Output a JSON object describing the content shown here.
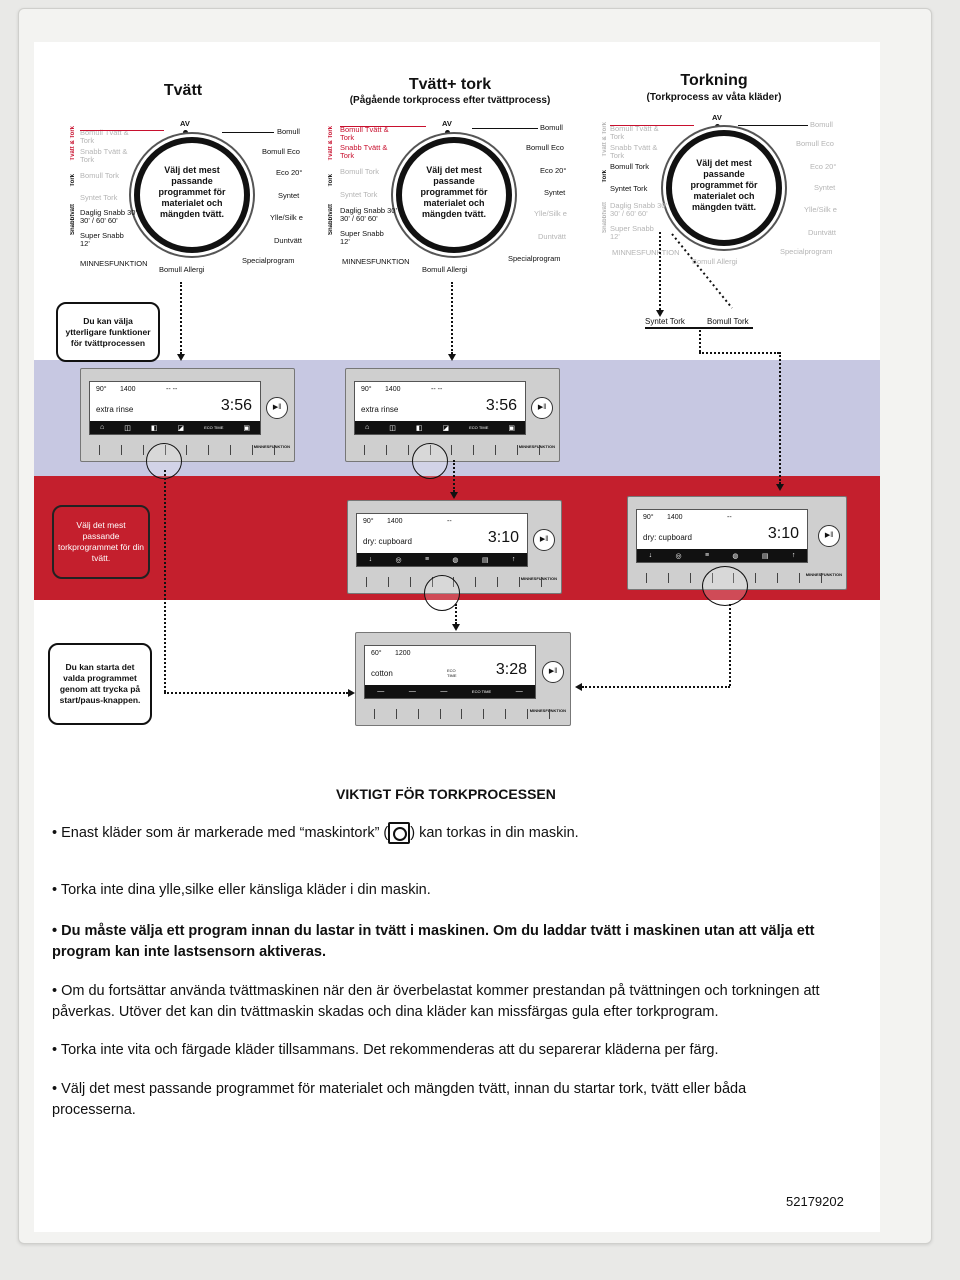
{
  "columns": [
    {
      "title": "Tvätt",
      "subtitle": ""
    },
    {
      "title": "Tvätt+ tork",
      "subtitle": "(Pågående torkprocess efter tvättprocess)"
    },
    {
      "title": "Torkning",
      "subtitle": "(Torkprocess av våta kläder)"
    }
  ],
  "dial": {
    "center_text": "Välj det mest passande programmet för materialet och mängden tvätt.",
    "av": "AV",
    "right_labels": [
      "Bomull",
      "Bomull Eco",
      "Eco 20°",
      "Syntet",
      "Ylle/Silk e",
      "Duntvätt",
      "Specialprogram"
    ],
    "left_labels": [
      "Bomull Tvätt & Tork",
      "Snabb Tvätt & Tork",
      "Bomull Tork",
      "Syntet Tork",
      "Daglig Snabb 30' 30' / 60' 60'",
      "Super Snabb 12'",
      "MINNESFUNKTION"
    ],
    "bottom_label": "Bomull Allergi",
    "tab_labels": [
      "Tvätt & Tork",
      "Tork",
      "Snabbtvätt"
    ]
  },
  "dry_programs": {
    "left": "Syntet Tork",
    "right": "Bomull Tork"
  },
  "notes": {
    "extra_functions": "Du kan välja ytterligare funktioner för tvättprocessen",
    "choose_dry": "Välj det mest passande torkprogrammet för din tvätt.",
    "start": "Du kan starta det valda programmet genom att trycka på start/paus-knappen."
  },
  "panels": {
    "wash": {
      "temp": "90°",
      "spin": "1400",
      "dashes": "-- --",
      "text": "extra rinse",
      "time": "3:56"
    },
    "washdry": {
      "temp": "90°",
      "spin": "1400",
      "dashes": "-- --",
      "text": "extra rinse",
      "time": "3:56"
    },
    "dry_mid": {
      "temp": "90°",
      "spin": "1400",
      "dashes": "--",
      "text": "dry: cupboard",
      "time": "3:10"
    },
    "dry_right": {
      "temp": "90°",
      "spin": "1400",
      "dashes": "--",
      "text": "dry: cupboard",
      "time": "3:10"
    },
    "start": {
      "temp": "60°",
      "spin": "1200",
      "dashes": "",
      "text": "cotton",
      "time": "3:28",
      "eco": "ECO TIME"
    },
    "minnes_label": "MINNESFUNKTION",
    "eco_label": "ECO TIME"
  },
  "section_title": "VIKTIGT FÖR TORKPROCESSEN",
  "bullets": [
    {
      "pre": "• Enast kläder som är markerade med “maskintork” (",
      "post": ") kan torkas in din maskin."
    },
    {
      "text": "• Torka inte dina ylle,silke eller känsliga kläder i din maskin."
    },
    {
      "text": "• Du måste välja ett program innan du lastar in tvätt i maskinen. Om du laddar tvätt i maskinen utan att välja ett program kan inte lastsensorn aktiveras."
    },
    {
      "text": "• Om du fortsättar använda tvättmaskinen när den är överbelastat kommer prestandan på tvättningen och torkningen att påverkas. Utöver det kan din tvättmaskin skadas och dina kläder kan missfärgas gula efter torkprogram."
    },
    {
      "text": "• Torka inte vita och färgade kläder tillsammans. Det rekommenderas att du separerar kläderna per färg."
    },
    {
      "text": "• Välj det mest passande programmet för materialet och mängden tvätt, innan du startar tork, tvätt eller båda processerna."
    }
  ],
  "doc_number": "52179202",
  "colors": {
    "lavender": "#c7c8e2",
    "red": "#c41f2d",
    "label_red": "#c8102e"
  }
}
